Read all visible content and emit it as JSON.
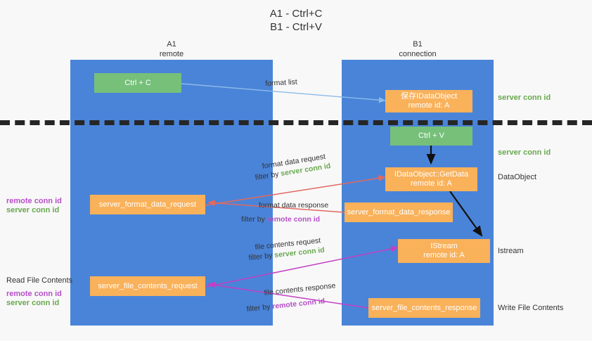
{
  "title": {
    "line1": "A1 - Ctrl+C",
    "line2": "B1 - Ctrl+V"
  },
  "columns": [
    {
      "id": "a1",
      "name": "A1",
      "role": "remote"
    },
    {
      "id": "b1",
      "name": "B1",
      "role": "connection"
    }
  ],
  "nodes": {
    "ctrl_c": "Ctrl + C",
    "ctrl_v": "Ctrl + V",
    "idataobject": "保存IDataObject\nremote id: A",
    "getdata": "IDataObject::GetData\nremote id: A",
    "istream": "IStream\nremote id: A",
    "server_format_data_request": "server_format_data_request",
    "server_format_data_response": "server_format_data_response",
    "server_file_contents_request": "server_file_contents_request",
    "server_file_contents_response": "server_file_contents_response"
  },
  "right_labels": {
    "server_conn_id_1": "server conn id",
    "server_conn_id_2": "server conn id",
    "dataobject": "DataObject",
    "istream": "Istream",
    "write_file_contents": "Write File Contents"
  },
  "left_labels": {
    "remote_conn_id_1": "remote conn id",
    "server_conn_id_1": "server conn id",
    "read_file_contents": "Read File Contents",
    "remote_conn_id_2": "remote conn id",
    "server_conn_id_2": "server conn id"
  },
  "edges": {
    "format_list": "format list",
    "format_data_request": "format data request",
    "format_data_request_filter_prefix": "filter by ",
    "format_data_request_filter_value": "server conn id",
    "format_data_response": "format data response",
    "format_data_response_filter_prefix": "filter by ",
    "format_data_response_filter_value": "remote conn id",
    "file_contents_request": "file contents request",
    "file_contents_request_filter_prefix": "filter by ",
    "file_contents_request_filter_value": "server conn id",
    "file_contents_response": "file contents response",
    "file_contents_response_filter_prefix": "filter by ",
    "file_contents_response_filter_value": "remote conn id"
  },
  "colors": {
    "column_blue": "#4a84d8",
    "node_green": "#76c07a",
    "node_orange": "#f9b15a",
    "label_green": "#6aa84f",
    "label_purple": "#b64fc8",
    "arrow_lightblue": "#8bbbe8",
    "arrow_red": "#e2685f",
    "arrow_magenta": "#c councils",
    "divider_dark": "#262626"
  }
}
